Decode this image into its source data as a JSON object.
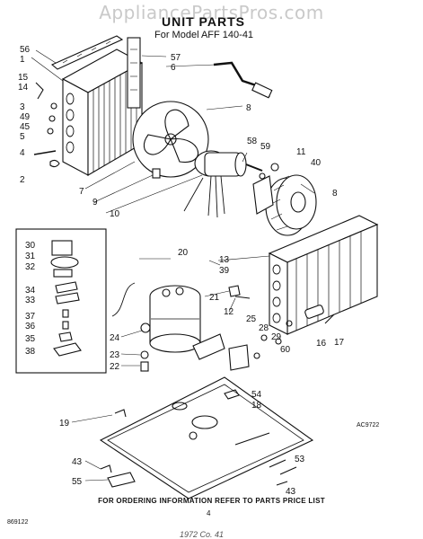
{
  "watermark": "AppliancePartsPros.com",
  "title": "UNIT PARTS",
  "subtitle": "For Model AFF 140-41",
  "footer_note": "FOR ORDERING INFORMATION REFER TO PARTS PRICE LIST",
  "page_number": "4",
  "diagram_code_right": "AC9722",
  "diagram_code_left": "869122",
  "signature": "1972 Co. 41",
  "callouts": [
    "56",
    "1",
    "57",
    "6",
    "15",
    "14",
    "3",
    "49",
    "45",
    "5",
    "4",
    "2",
    "8",
    "58",
    "59",
    "11",
    "40",
    "7",
    "9",
    "10",
    "8",
    "30",
    "31",
    "32",
    "20",
    "13",
    "39",
    "34",
    "33",
    "37",
    "36",
    "35",
    "38",
    "21",
    "12",
    "25",
    "28",
    "29",
    "60",
    "16",
    "17",
    "24",
    "23",
    "22",
    "54",
    "18",
    "19",
    "43",
    "53",
    "55",
    "43"
  ]
}
